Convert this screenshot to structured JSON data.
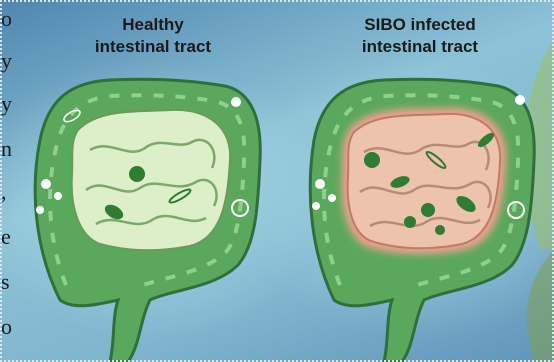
{
  "panels": {
    "healthy": {
      "title_line1": "Healthy",
      "title_line2": "intestinal tract"
    },
    "sibo": {
      "title_line1": "SIBO infected",
      "title_line2": "intestinal tract"
    }
  },
  "edge_text": [
    "o",
    "y",
    "y",
    "n",
    ",",
    "e",
    "s",
    "o"
  ],
  "colors": {
    "colon_green": "#5aa85c",
    "colon_dark": "#2f6f3a",
    "small_intestine_healthy": "#dcefc8",
    "small_intestine_infected": "#f2b0a0",
    "bacteria": "#2e7d32"
  }
}
